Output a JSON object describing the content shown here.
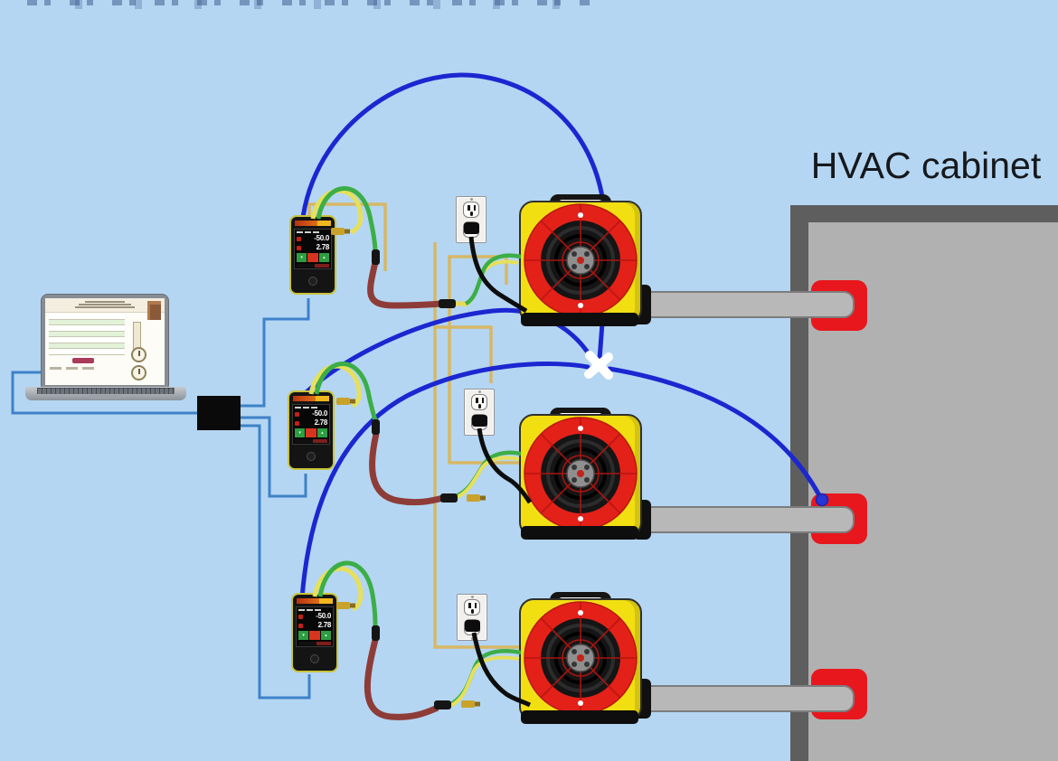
{
  "cabinet": {
    "label": "HVAC cabinet",
    "port_color": "#e8171d"
  },
  "meters": [
    {
      "pressure": "-50.0",
      "flow": "2.78"
    },
    {
      "pressure": "-50.0",
      "flow": "2.78"
    },
    {
      "pressure": "-50.0",
      "flow": "2.78"
    }
  ],
  "colors": {
    "background": "#b4d6f2",
    "gauge_cable_blue": "#1b27d0",
    "network_line_blue": "#3e82c8",
    "tube_green": "#3cae47",
    "tube_yellow": "#e6e05a",
    "hose_maroon": "#8e3c38",
    "power_cord_tan": "#d7b766",
    "fan_yellow": "#f2df12",
    "fan_red": "#e32119"
  }
}
